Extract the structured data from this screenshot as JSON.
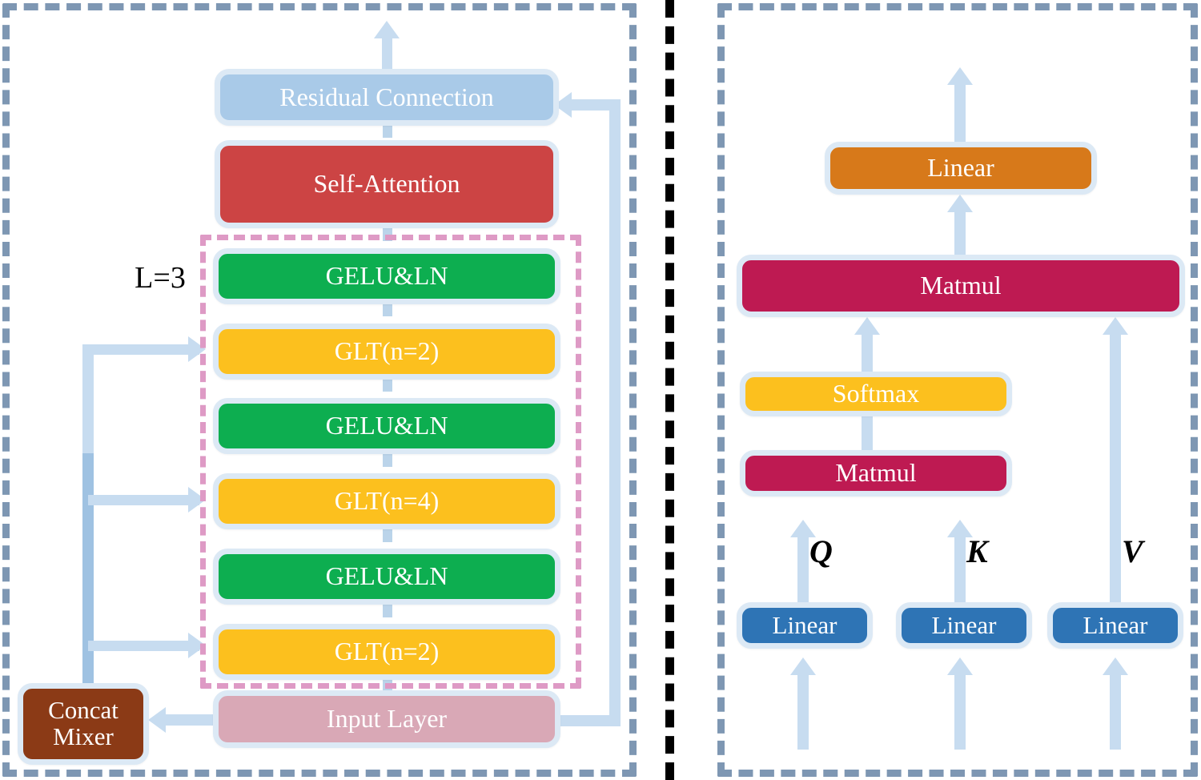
{
  "figure": {
    "type": "architecture-diagram",
    "panels": 2,
    "colors": {
      "panel_border": "#7E97B3",
      "loop_border": "#DE9AC5",
      "divider": "#000000",
      "node_outline": "#DCE9F5",
      "connector": "#C7DCF0",
      "connector_dark": "#9FC2E2",
      "residual_blue": "#A9CAE8",
      "self_attention_red": "#CC4444",
      "gelu_green": "#0DAE50",
      "glt_yellow": "#FCC01E",
      "input_pink": "#D9A8B6",
      "concat_brown": "#8B3A16",
      "linear_orange": "#D7791A",
      "matmul_crimson": "#BE1A52",
      "softmax_yellow": "#FCC01E",
      "linear_blue": "#2E74B5"
    }
  },
  "left_panel": {
    "loop_label": "L=3",
    "nodes": [
      {
        "id": "residual",
        "label": "Residual Connection"
      },
      {
        "id": "self-attn",
        "label": "Self-Attention"
      },
      {
        "id": "gelu-ln-1",
        "label": "GELU&LN"
      },
      {
        "id": "glt-n2-top",
        "label": "GLT(n=2)"
      },
      {
        "id": "gelu-ln-2",
        "label": "GELU&LN"
      },
      {
        "id": "glt-n4",
        "label": "GLT(n=4)"
      },
      {
        "id": "gelu-ln-3",
        "label": "GELU&LN"
      },
      {
        "id": "glt-n2-bot",
        "label": "GLT(n=2)"
      },
      {
        "id": "input-layer",
        "label": "Input Layer"
      },
      {
        "id": "concat-mixer",
        "label": "Concat\nMixer",
        "line1": "Concat",
        "line2": "Mixer"
      }
    ]
  },
  "right_panel": {
    "nodes": [
      {
        "id": "linear-out",
        "label": "Linear"
      },
      {
        "id": "matmul-top",
        "label": "Matmul"
      },
      {
        "id": "softmax",
        "label": "Softmax"
      },
      {
        "id": "matmul-qk",
        "label": "Matmul"
      },
      {
        "id": "linear-q",
        "label": "Linear"
      },
      {
        "id": "linear-k",
        "label": "Linear"
      },
      {
        "id": "linear-v",
        "label": "Linear"
      }
    ],
    "edge_labels": {
      "q": "Q",
      "k": "K",
      "v": "V"
    }
  }
}
